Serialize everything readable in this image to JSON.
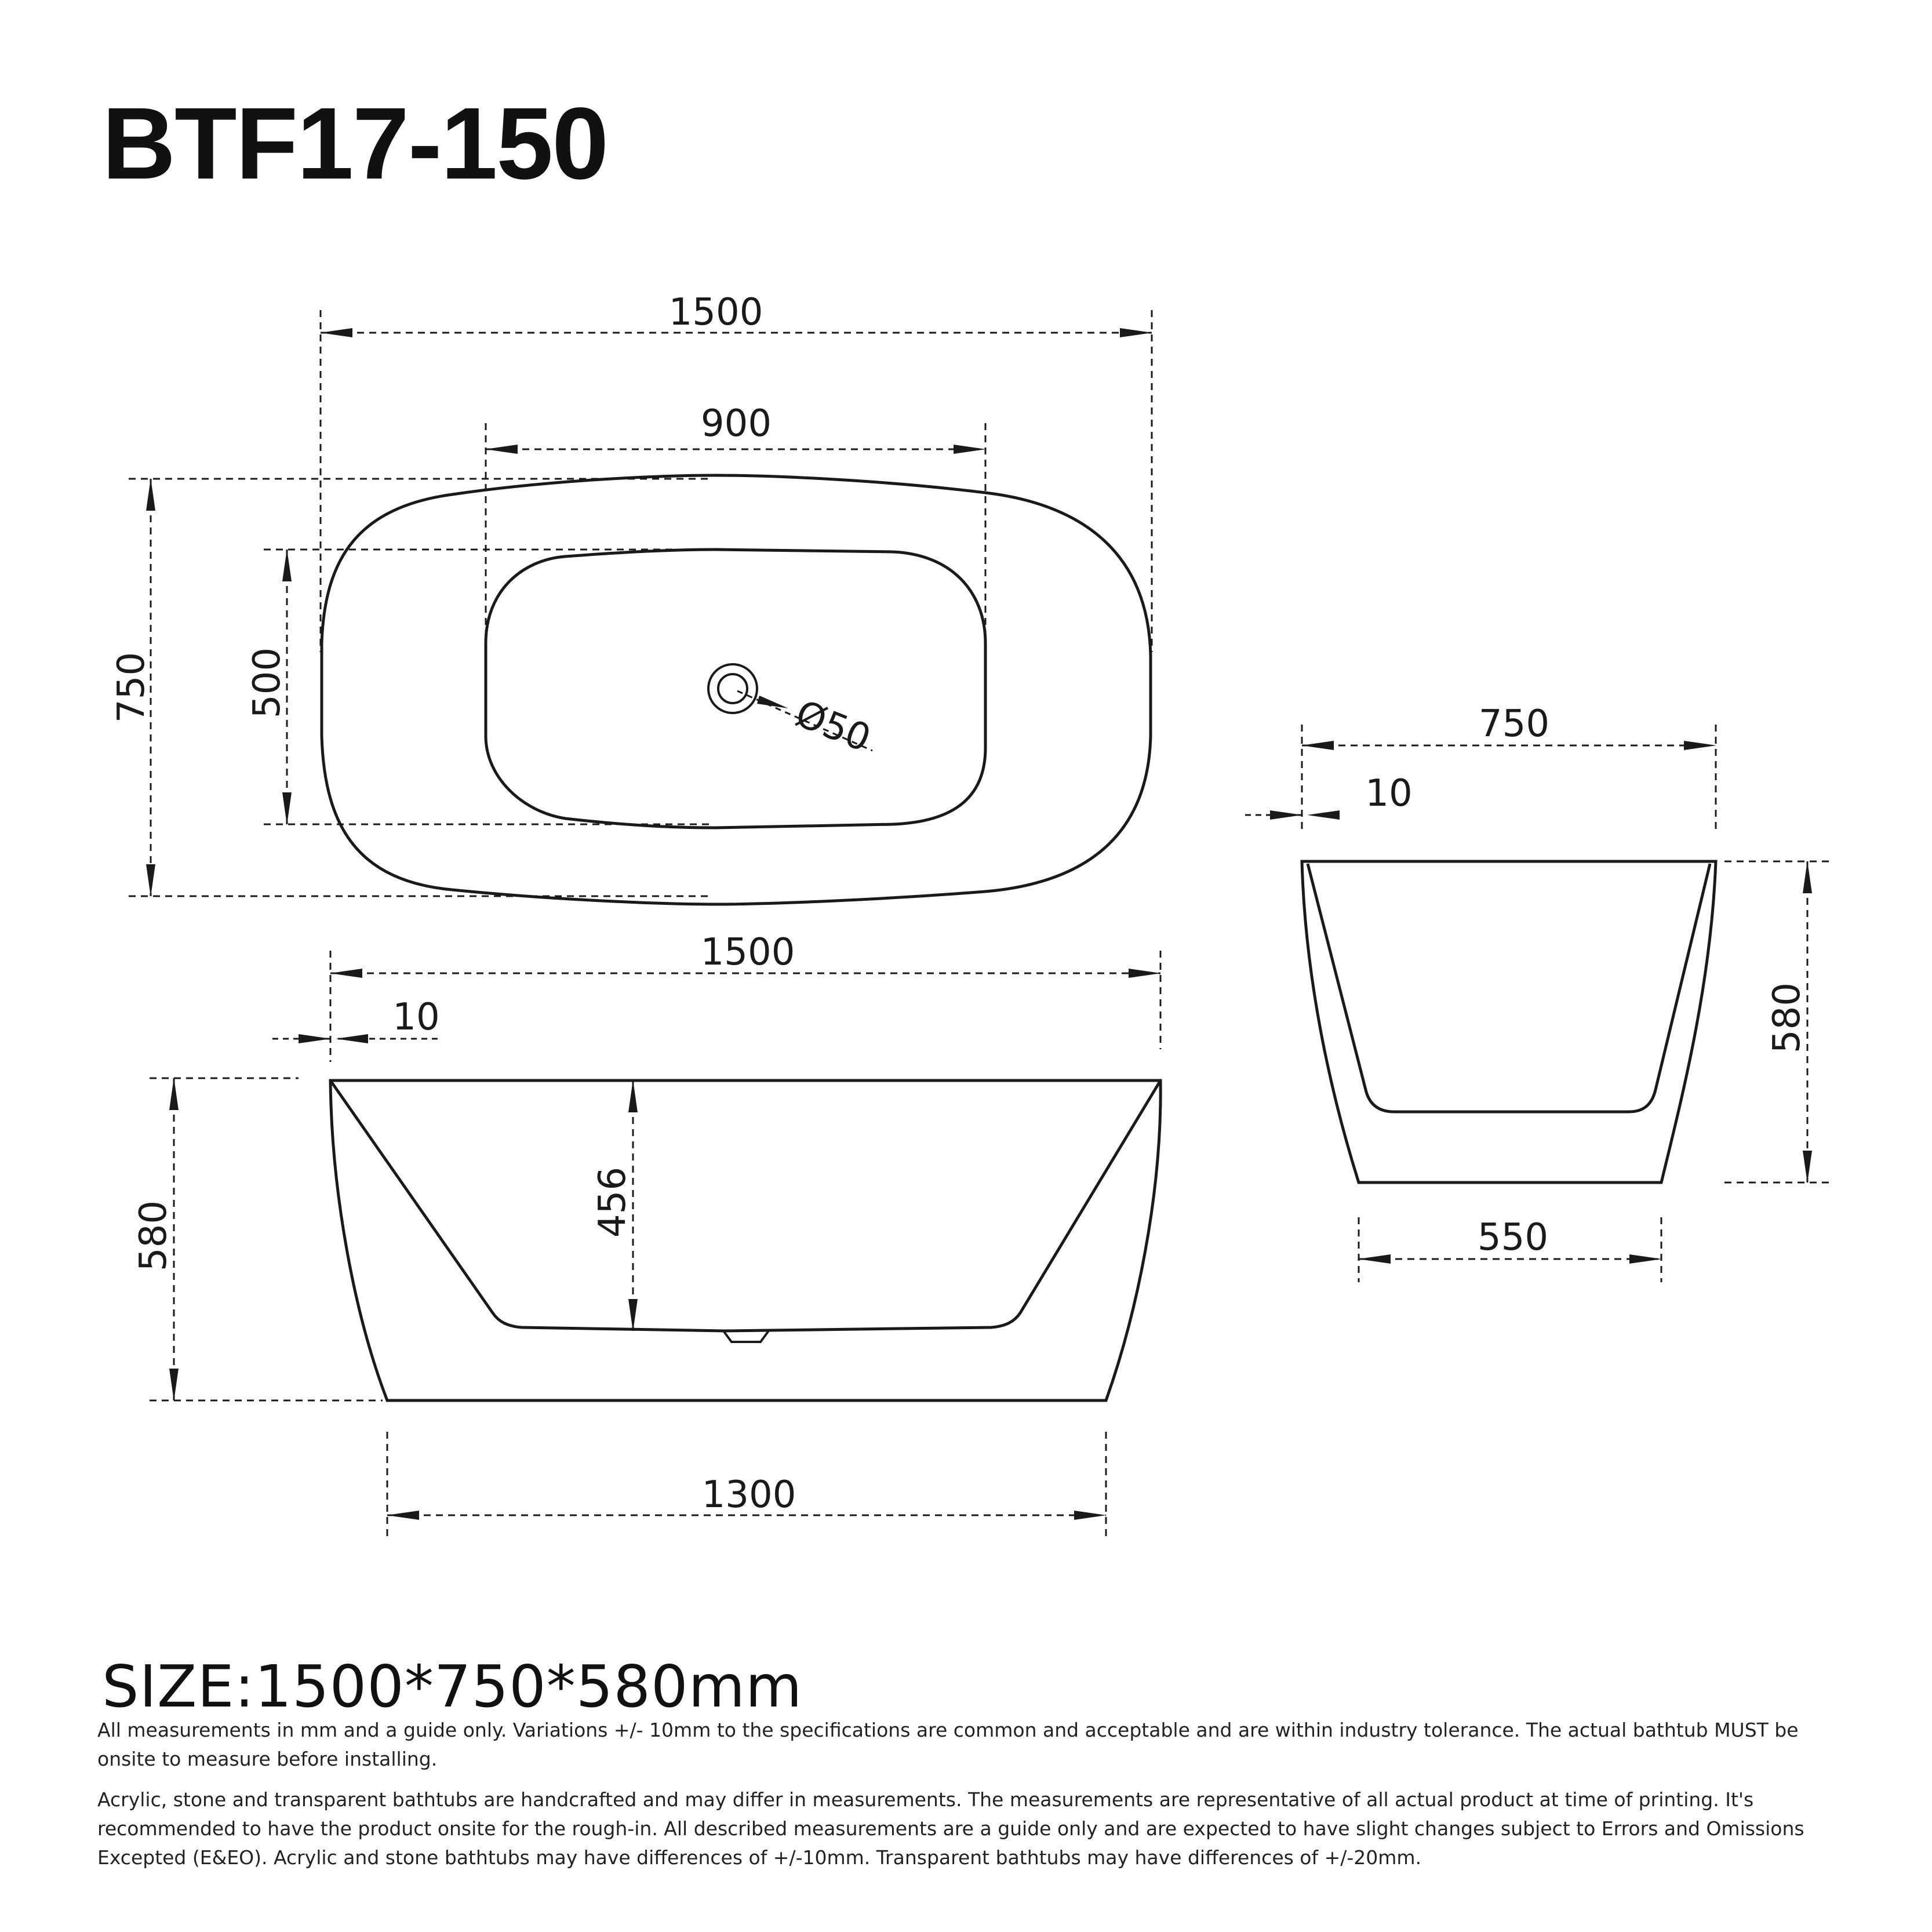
{
  "title": "BTF17-150",
  "top_view": {
    "overall_length": "1500",
    "inner_length": "900",
    "overall_width": "750",
    "inner_width": "500",
    "drain_diameter": "Ø50"
  },
  "front_view": {
    "top_length": "1500",
    "wall_thickness": "10",
    "height": "580",
    "inner_depth": "456",
    "base_length": "1300"
  },
  "side_view": {
    "top_width": "750",
    "wall_thickness": "10",
    "height": "580",
    "base_width": "550"
  },
  "size_line": "SIZE:1500*750*580mm",
  "notes": [
    "All measurements in mm and a guide only. Variations +/- 10mm to the specifications are common and acceptable and are within industry tolerance. The actual bathtub MUST be onsite to measure before installing.",
    "Acrylic, stone and transparent bathtubs are handcrafted and may differ in measurements. The measurements are representative of all actual product at time of printing. It's recommended to have the product onsite for the rough-in. All described measurements are a guide only and are expected to have slight changes subject to Errors and Omissions Excepted (E&EO). Acrylic and stone bathtubs may have differences of +/-10mm. Transparent bathtubs may have differences of +/-20mm."
  ],
  "colors": {
    "line": "#1a1a1a",
    "background": "#ffffff"
  }
}
